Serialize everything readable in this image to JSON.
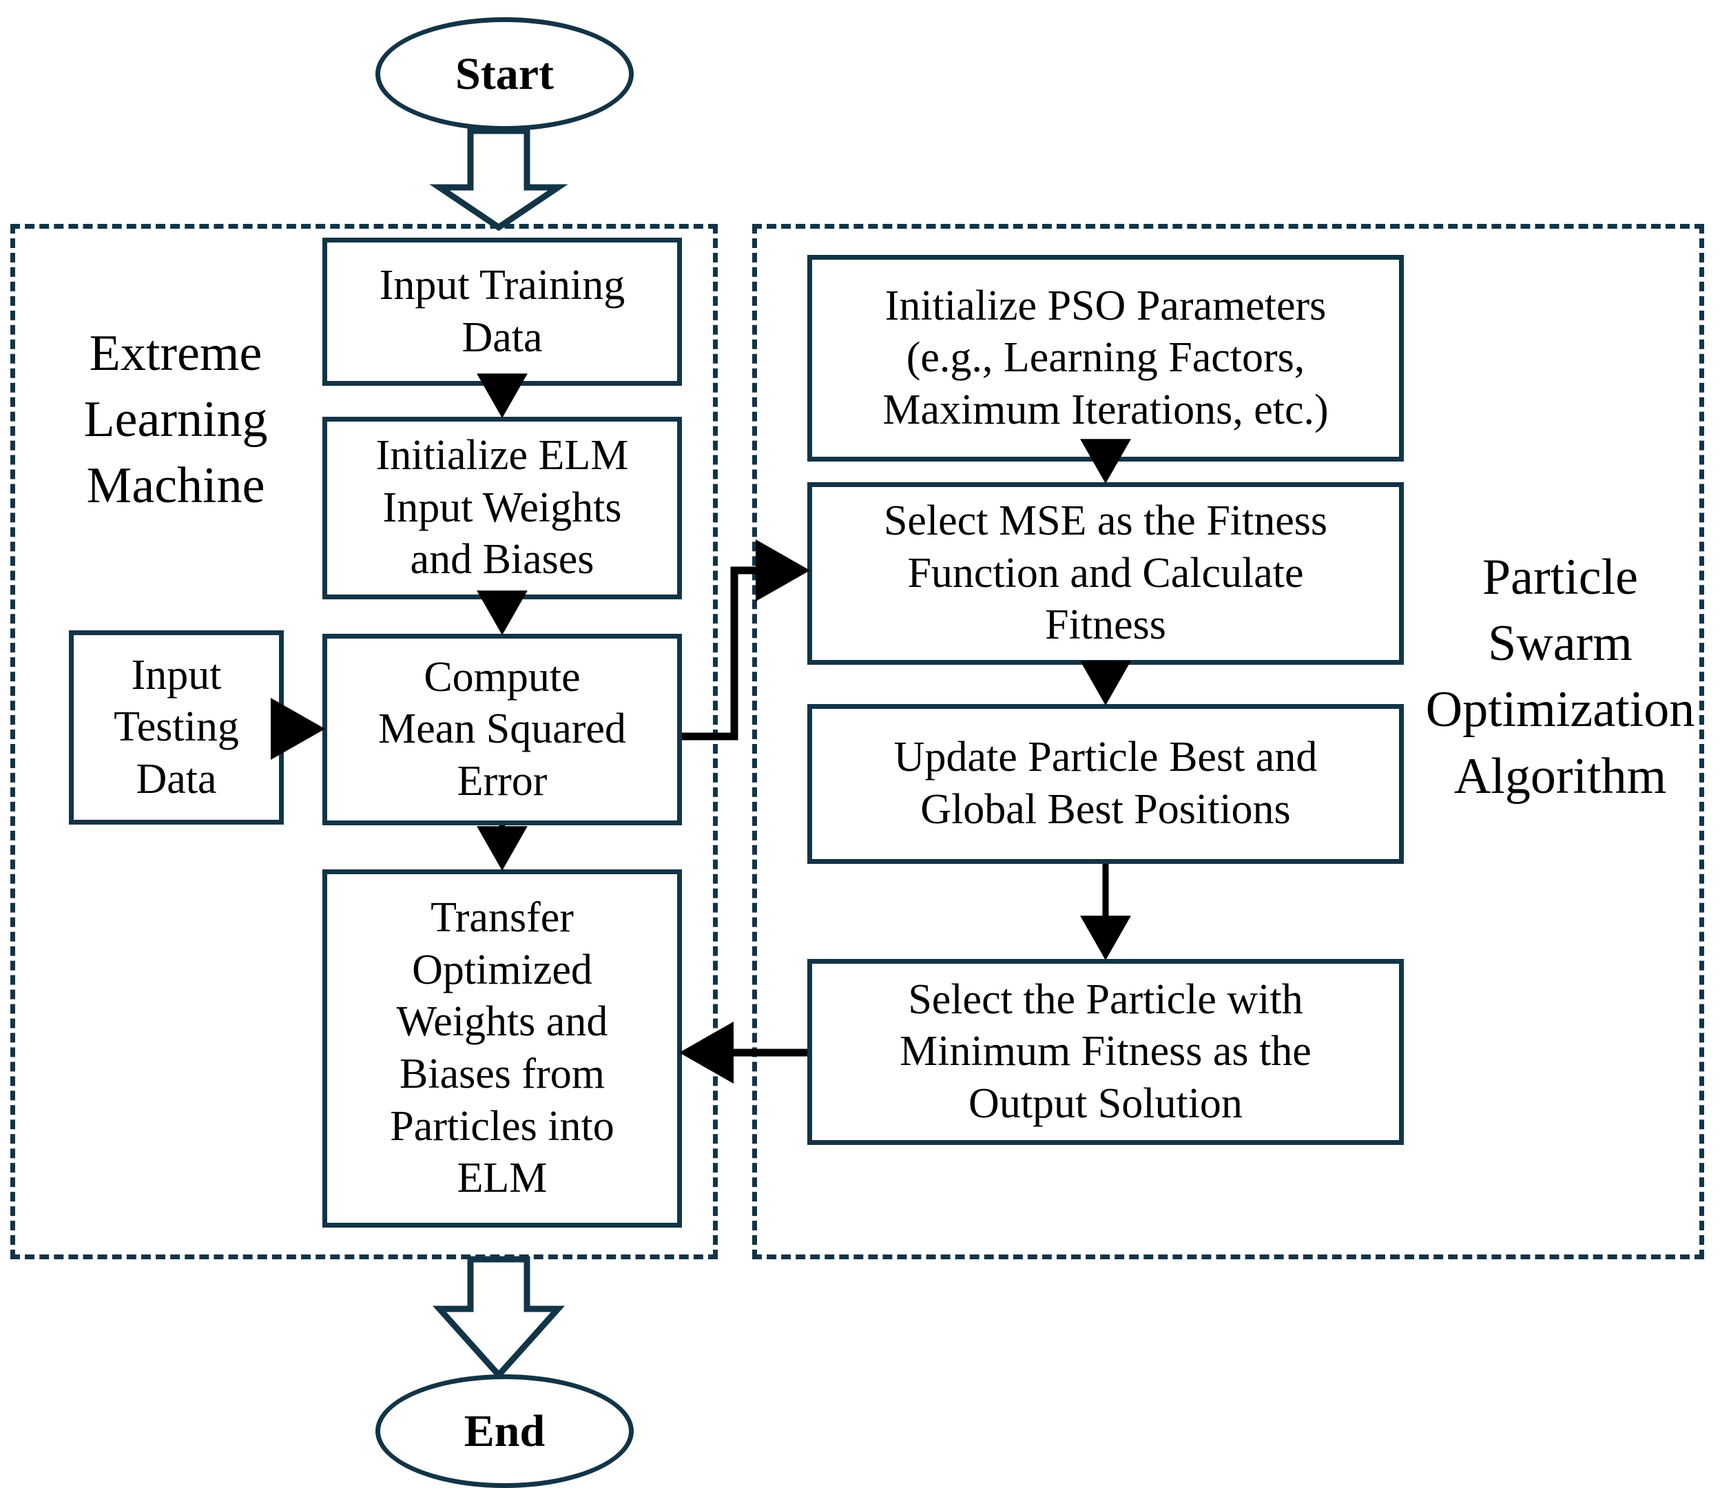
{
  "diagram": {
    "title_hidden": "",
    "colors": {
      "stroke": "#123447",
      "arrow": "#000000",
      "background": "#ffffff"
    },
    "terminators": {
      "start": "Start",
      "end": "End"
    },
    "groups": [
      {
        "id": "elm",
        "caption": "Extreme\nLearning\nMachine"
      },
      {
        "id": "pso",
        "caption": "Particle\nSwarm\nOptimization\nAlgorithm"
      }
    ],
    "elm_nodes": [
      {
        "id": "input-training-data",
        "label": "Input Training\nData"
      },
      {
        "id": "initialize-elm",
        "label": "Initialize ELM\nInput Weights\nand Biases"
      },
      {
        "id": "input-testing-data",
        "label": "Input\nTesting\nData"
      },
      {
        "id": "compute-mse",
        "label": "Compute\nMean Squared\nError"
      },
      {
        "id": "transfer-weights",
        "label": "Transfer\nOptimized\nWeights and\nBiases from\nParticles into\nELM"
      }
    ],
    "pso_nodes": [
      {
        "id": "initialize-pso",
        "label": "Initialize PSO Parameters\n(e.g., Learning Factors,\nMaximum Iterations, etc.)"
      },
      {
        "id": "select-mse-fitness",
        "label": "Select MSE as the Fitness\nFunction and Calculate\nFitness"
      },
      {
        "id": "update-best-positions",
        "label": "Update Particle Best and\nGlobal Best Positions"
      },
      {
        "id": "select-min-fitness",
        "label": "Select the Particle with\nMinimum Fitness as the\nOutput Solution"
      }
    ]
  }
}
